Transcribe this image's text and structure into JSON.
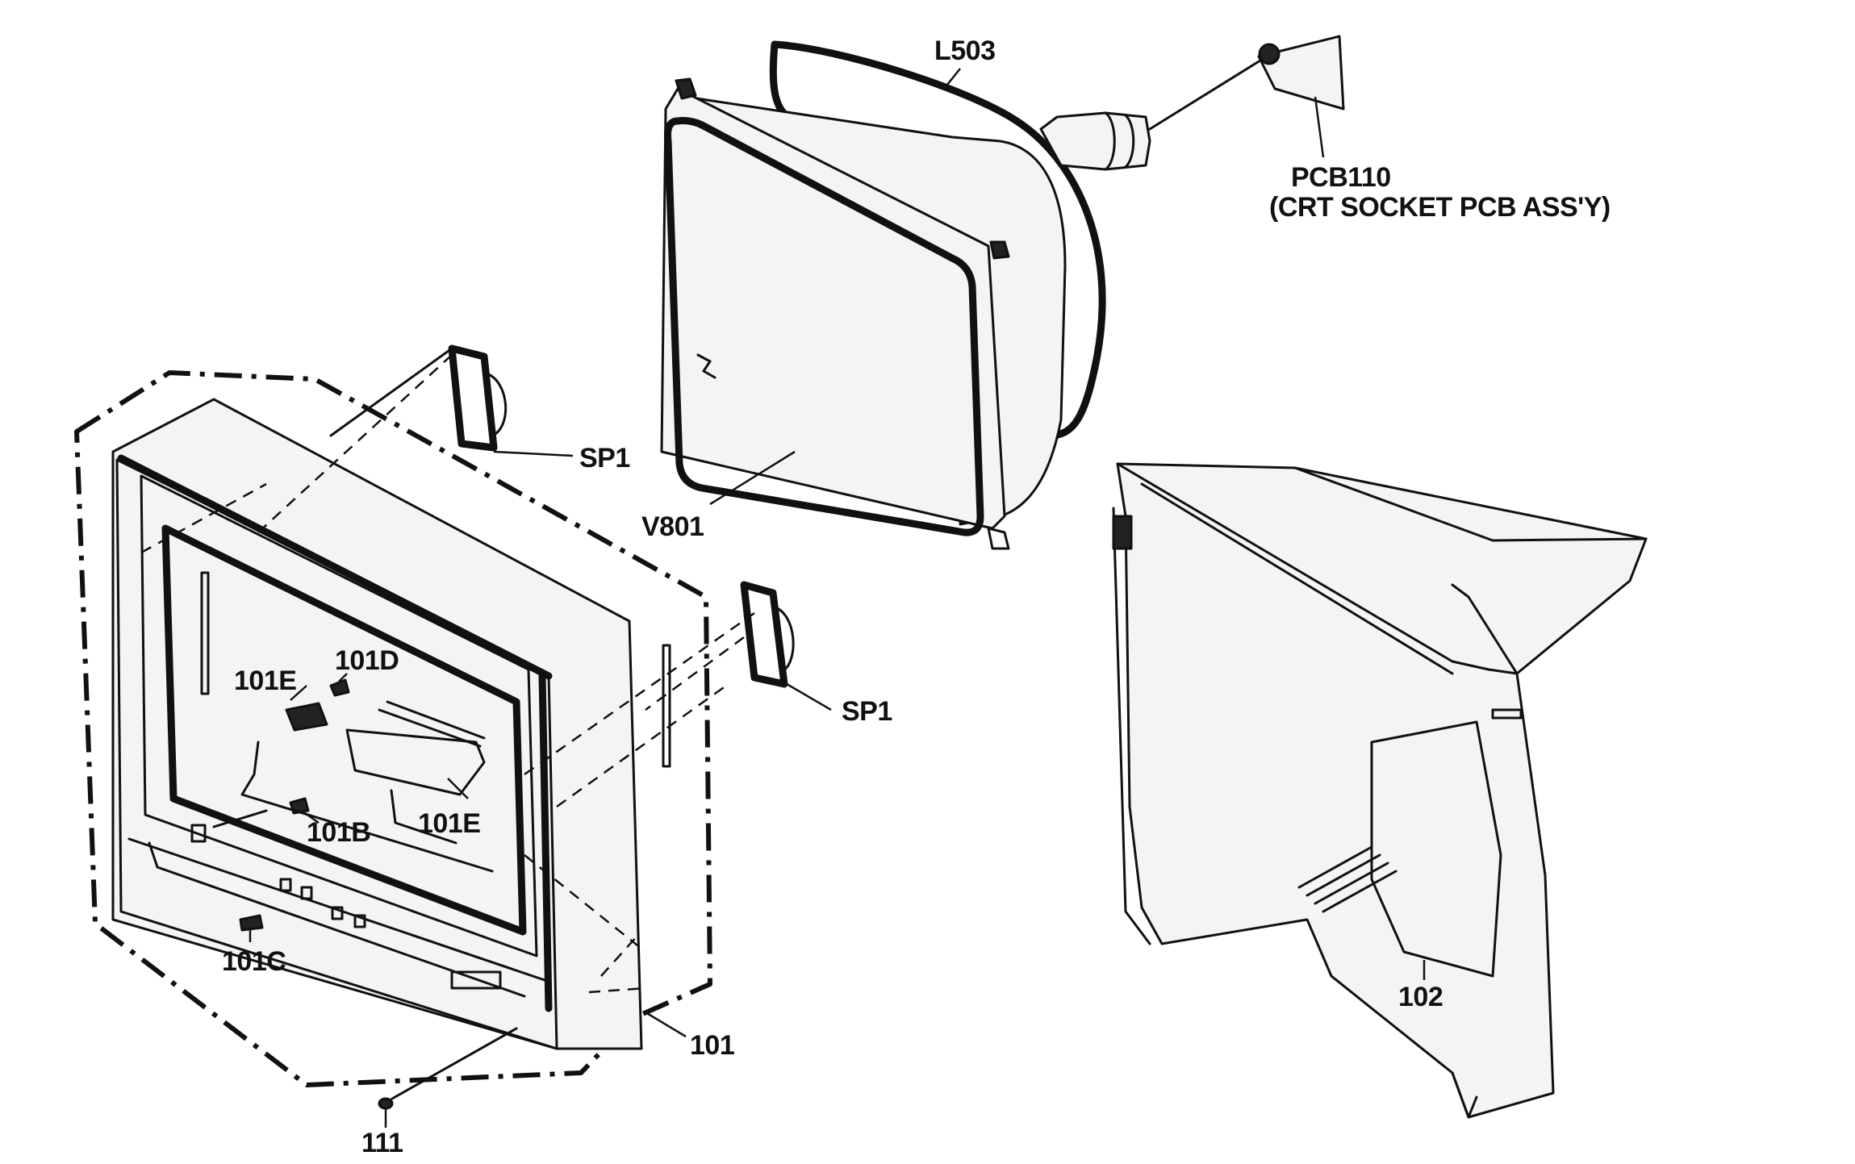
{
  "callouts": {
    "l503": "L503",
    "pcb110": "PCB110",
    "pcb110_desc": "(CRT SOCKET PCB ASS'Y)",
    "v801": "V801",
    "sp1_upper": "SP1",
    "sp1_lower": "SP1",
    "p101e_upper": "101E",
    "p101d": "101D",
    "p101e_lower": "101E",
    "p101b": "101B",
    "p101c": "101C",
    "p101": "101",
    "p111": "111",
    "p102": "102"
  }
}
